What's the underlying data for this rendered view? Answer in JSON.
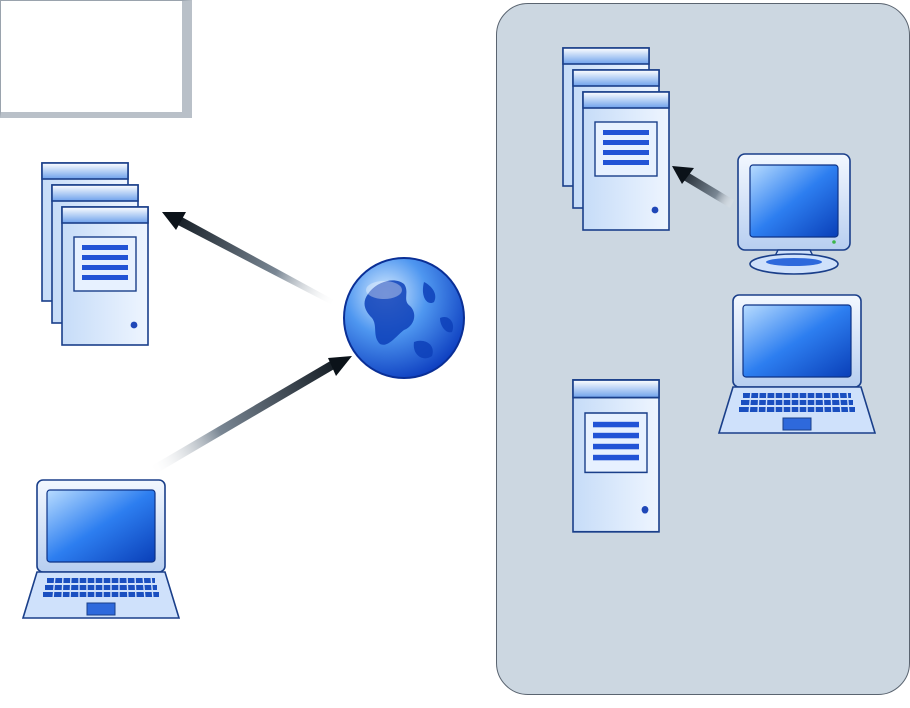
{
  "note": {
    "text": ""
  },
  "nodes": {
    "globe": {
      "icon": "globe-icon"
    },
    "left_server_cluster": {
      "icon": "server-cluster-icon"
    },
    "left_laptop": {
      "icon": "laptop-icon"
    },
    "right_server_cluster": {
      "icon": "server-cluster-icon"
    },
    "right_monitor": {
      "icon": "monitor-icon"
    },
    "right_laptop": {
      "icon": "laptop-icon"
    },
    "right_server": {
      "icon": "server-icon"
    }
  },
  "connections": [
    {
      "from": "globe",
      "to": "left_server_cluster"
    },
    {
      "from": "left_laptop",
      "to": "globe"
    },
    {
      "from": "right_monitor",
      "to": "right_server_cluster"
    }
  ],
  "colors": {
    "panel_fill": "#ccd7e1",
    "device_blue": "#2a63d6",
    "device_light": "#dbe9fb",
    "arrow": "#0f1720"
  }
}
